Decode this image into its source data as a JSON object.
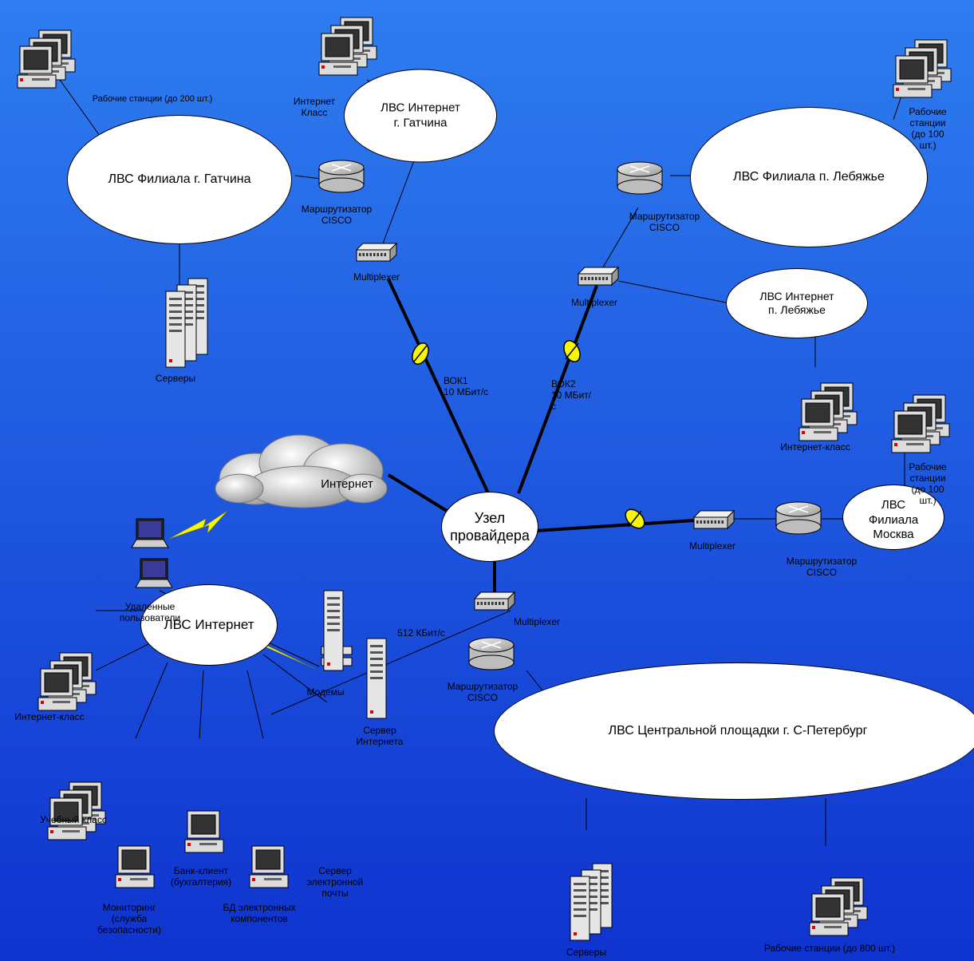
{
  "colors": {
    "bg_top": "#2e7df0",
    "bg_bottom": "#0f33cf",
    "backbone": "#000000",
    "radio": "#f7f700",
    "node_fill": "#ffffff"
  },
  "networks": {
    "gatchina_branch": "ЛВС Филиала г. Гатчина",
    "gatchina_internet": "ЛВС Интернет\nг. Гатчина",
    "lebyazhye_branch": "ЛВС Филиала п. Лебяжье",
    "lebyazhye_internet": "ЛВС Интернет\nп. Лебяжье",
    "moscow_branch": "ЛВС\nФилиала\nМосква",
    "provider_node": "Узел\nпровайдера",
    "internet_lan": "ЛВС Интернет",
    "spb_central": "ЛВС Центральной площадки г. С-Петербург",
    "internet_cloud": "Интернет"
  },
  "labels": {
    "gatchina_workstations": "Рабочие станции (до 200 шт.)",
    "gatchina_internet_class": "Интернет\nКласс",
    "gatchina_router": "Маршрутизатор\nCISCO",
    "gatchina_mux": "Multiplexer",
    "gatchina_servers": "Серверы",
    "link1": "ВОК1\n10 МБит/с",
    "link2": "ВОК2\n10 МБит/\nс",
    "lebyazhye_workstations": "Рабочие станции\n(до 100 шт.)",
    "lebyazhye_router": "Маршрутизатор\nCISCO",
    "lebyazhye_mux": "Multiplexer",
    "lebyazhye_internet_class": "Интернет-класс",
    "moscow_workstations": "Рабочие станции\n(до 100 шт.)",
    "moscow_mux": "Multiplexer",
    "moscow_router": "Маршрутизатор\nCISCO",
    "remote_users": "Удаленные\nпользователи",
    "central_mux": "Multiplexer",
    "central_router": "Маршрутизатор\nCISCO",
    "speed_512": "512 КБит/с",
    "modems": "Модемы",
    "internet_server": "Сервер\nИнтернета",
    "lan_internet_class": "Интернет-класс",
    "training_class": "Учебный класс",
    "monitoring": "Мониторинг\n(служба\nбезопасности)",
    "bank_client": "Банк-клиент\n(бухгалтерия)",
    "db_components": "БД электронных\nкомпонентов",
    "mail_server": "Сервер\nэлектронной\nпочты",
    "spb_servers": "Серверы",
    "spb_workstations": "Рабочие станции (до 800 шт.)"
  }
}
